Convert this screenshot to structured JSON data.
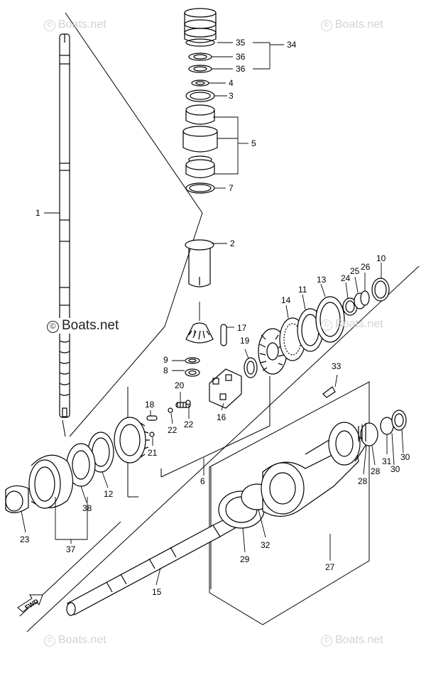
{
  "watermark": "Boats.net",
  "copyright_symbol": "©",
  "fwd_label": "FWD",
  "callouts": [
    "1",
    "2",
    "3",
    "4",
    "5",
    "6",
    "7",
    "8",
    "9",
    "10",
    "11",
    "12",
    "13",
    "14",
    "15",
    "16",
    "17",
    "18",
    "19",
    "20",
    "21",
    "22",
    "22",
    "23",
    "24",
    "25",
    "26",
    "27",
    "28",
    "28",
    "29",
    "30",
    "30",
    "31",
    "32",
    "33",
    "34",
    "35",
    "36",
    "36",
    "37",
    "38"
  ]
}
